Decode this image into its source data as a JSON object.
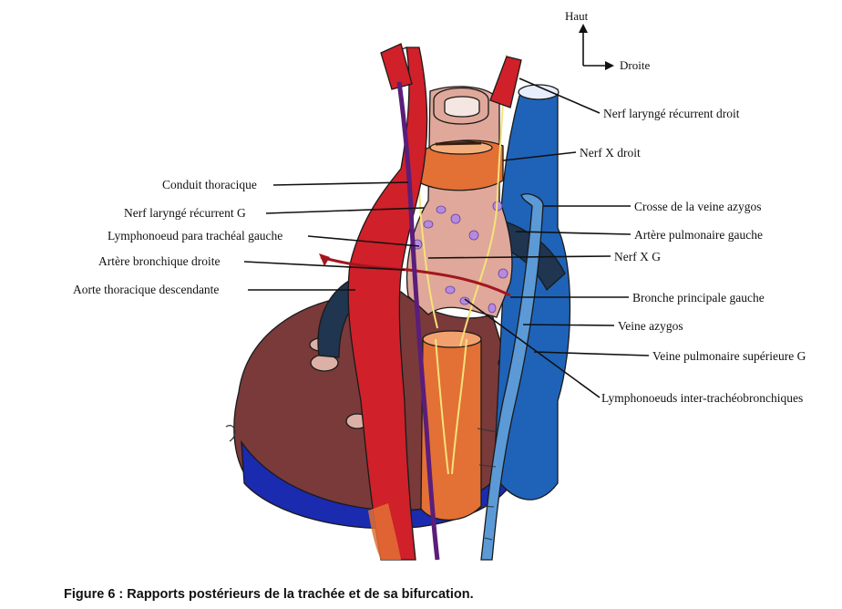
{
  "orientation": {
    "up_label": "Haut",
    "right_label": "Droite"
  },
  "labels": {
    "conduit_thoracique": "Conduit thoracique",
    "nerf_laryng_recurrent_g": "Nerf laryngé récurrent G",
    "lymphonoeud_para_tracheal_gauche": "Lymphonoeud para trachéal gauche",
    "artere_bronchique_droite": "Artère bronchique droite",
    "aorte_thoracique_descendante": "Aorte thoracique descendante",
    "nerf_laryng_recurrent_droit": "Nerf laryngé récurrent droit",
    "nerf_x_droit": "Nerf X droit",
    "crosse_veine_azygos": "Crosse de la veine azygos",
    "artere_pulmonaire_gauche": "Artère pulmonaire gauche",
    "nerf_x_g": "Nerf X G",
    "bronche_principale_gauche": "Bronche principale gauche",
    "veine_azygos": "Veine azygos",
    "veine_pulmonaire_superieure_g": "Veine pulmonaire supérieure G",
    "lymphonoeuds_inter_tracheobronchiques": "Lymphonoeuds inter-trachéobronchiques"
  },
  "caption": "Figure 6 : Rapports postérieurs de la trachée et de sa bifurcation.",
  "colors": {
    "artery_red": "#d0202a",
    "artery_dark": "#a3161d",
    "vein_blue": "#1f63b8",
    "azygos_light": "#5b9ad6",
    "trachea_pink": "#dfa89a",
    "trachea_orange": "#e37035",
    "heart_brown": "#7a3a3a",
    "heart_blue": "#1a2bb0",
    "duct_purple": "#5a1e7a",
    "nerve_yellow": "#f4e27a",
    "lymph_violet": "#b58be0",
    "bronchus_navy": "#1f3550"
  }
}
